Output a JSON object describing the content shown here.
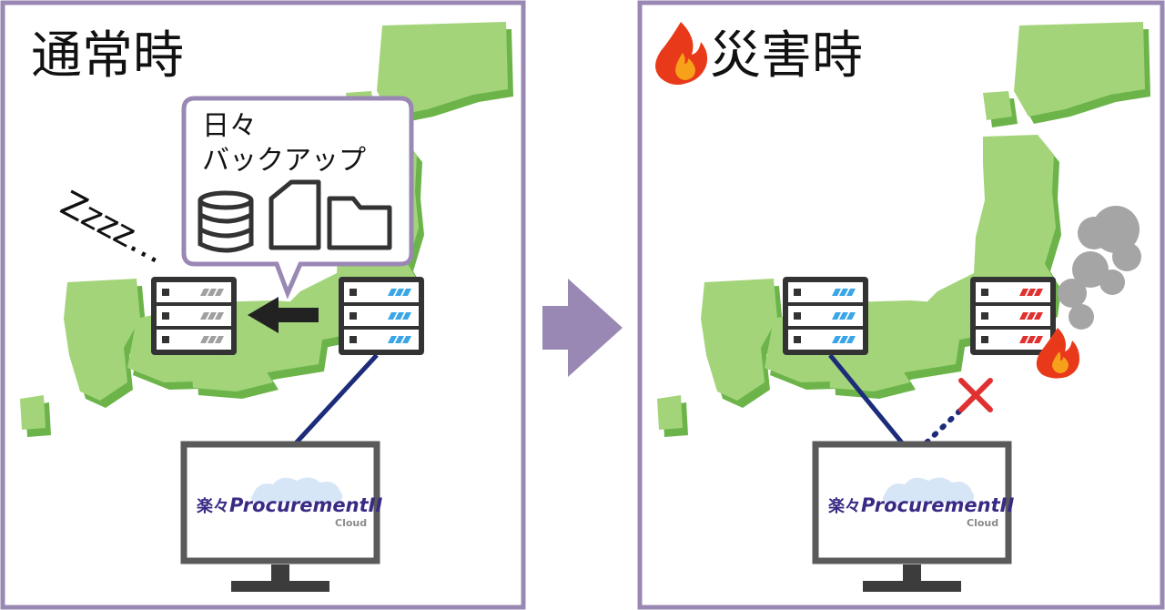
{
  "normal_panel": {
    "title": "通常時",
    "sleep_text": "Zzzz…",
    "bubble": {
      "line1": "日々",
      "line2": "バックアップ"
    },
    "logo": {
      "jp": "楽々",
      "product": "ProcurementII",
      "sub": "Cloud"
    }
  },
  "disaster_panel": {
    "title": "災害時",
    "logo": {
      "jp": "楽々",
      "product": "ProcurementII",
      "sub": "Cloud"
    }
  },
  "colors": {
    "panel_border": "#9a88b4",
    "land": "#a3d47a",
    "land_shadow": "#6cb44a",
    "server": "#333333",
    "active_led": "#3aa6e8",
    "idle_led": "#a0a0a0",
    "damaged_led": "#e03030",
    "cable": "#1d2c7a",
    "arrow": "#9a88b4",
    "fail_mark": "#e03030"
  }
}
